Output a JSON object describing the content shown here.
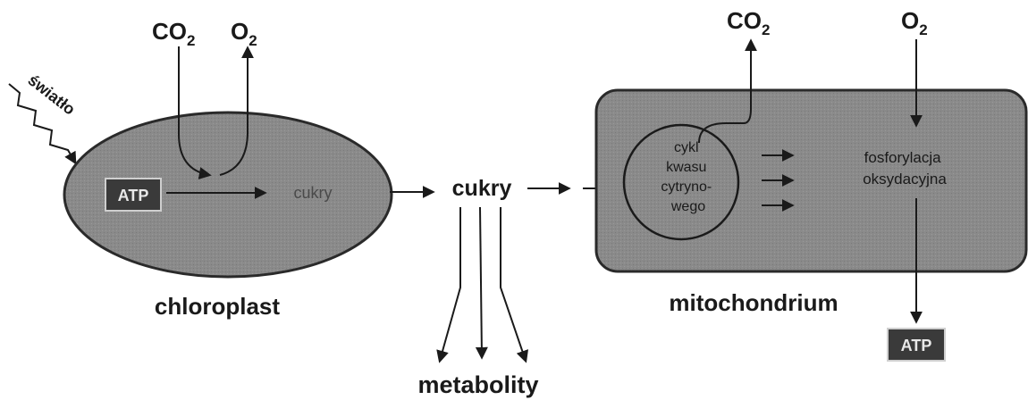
{
  "gases": {
    "co2": "CO",
    "o2": "O",
    "subscript": "2"
  },
  "light": "światło",
  "chloroplast": {
    "label": "chloroplast",
    "atp": "ATP",
    "sugars": "cukry"
  },
  "center": {
    "sugars": "cukry",
    "metabolites": "metabolity"
  },
  "mitochondrion": {
    "label": "mitochondrium",
    "krebs_cycle": [
      "cykl",
      "kwasu",
      "cytryno-",
      "wego"
    ],
    "oxidative_phosphorylation": [
      "fosforylacja",
      "oksydacyjna"
    ],
    "atp": "ATP"
  },
  "colors": {
    "organelle_fill": "#8a8a8a",
    "organelle_stroke": "#2a2a2a",
    "ink": "#1a1a1a",
    "atp_box": "#3a3a3a",
    "atp_text": "#e8e8e8",
    "faint_text": "#4a4a4a"
  }
}
